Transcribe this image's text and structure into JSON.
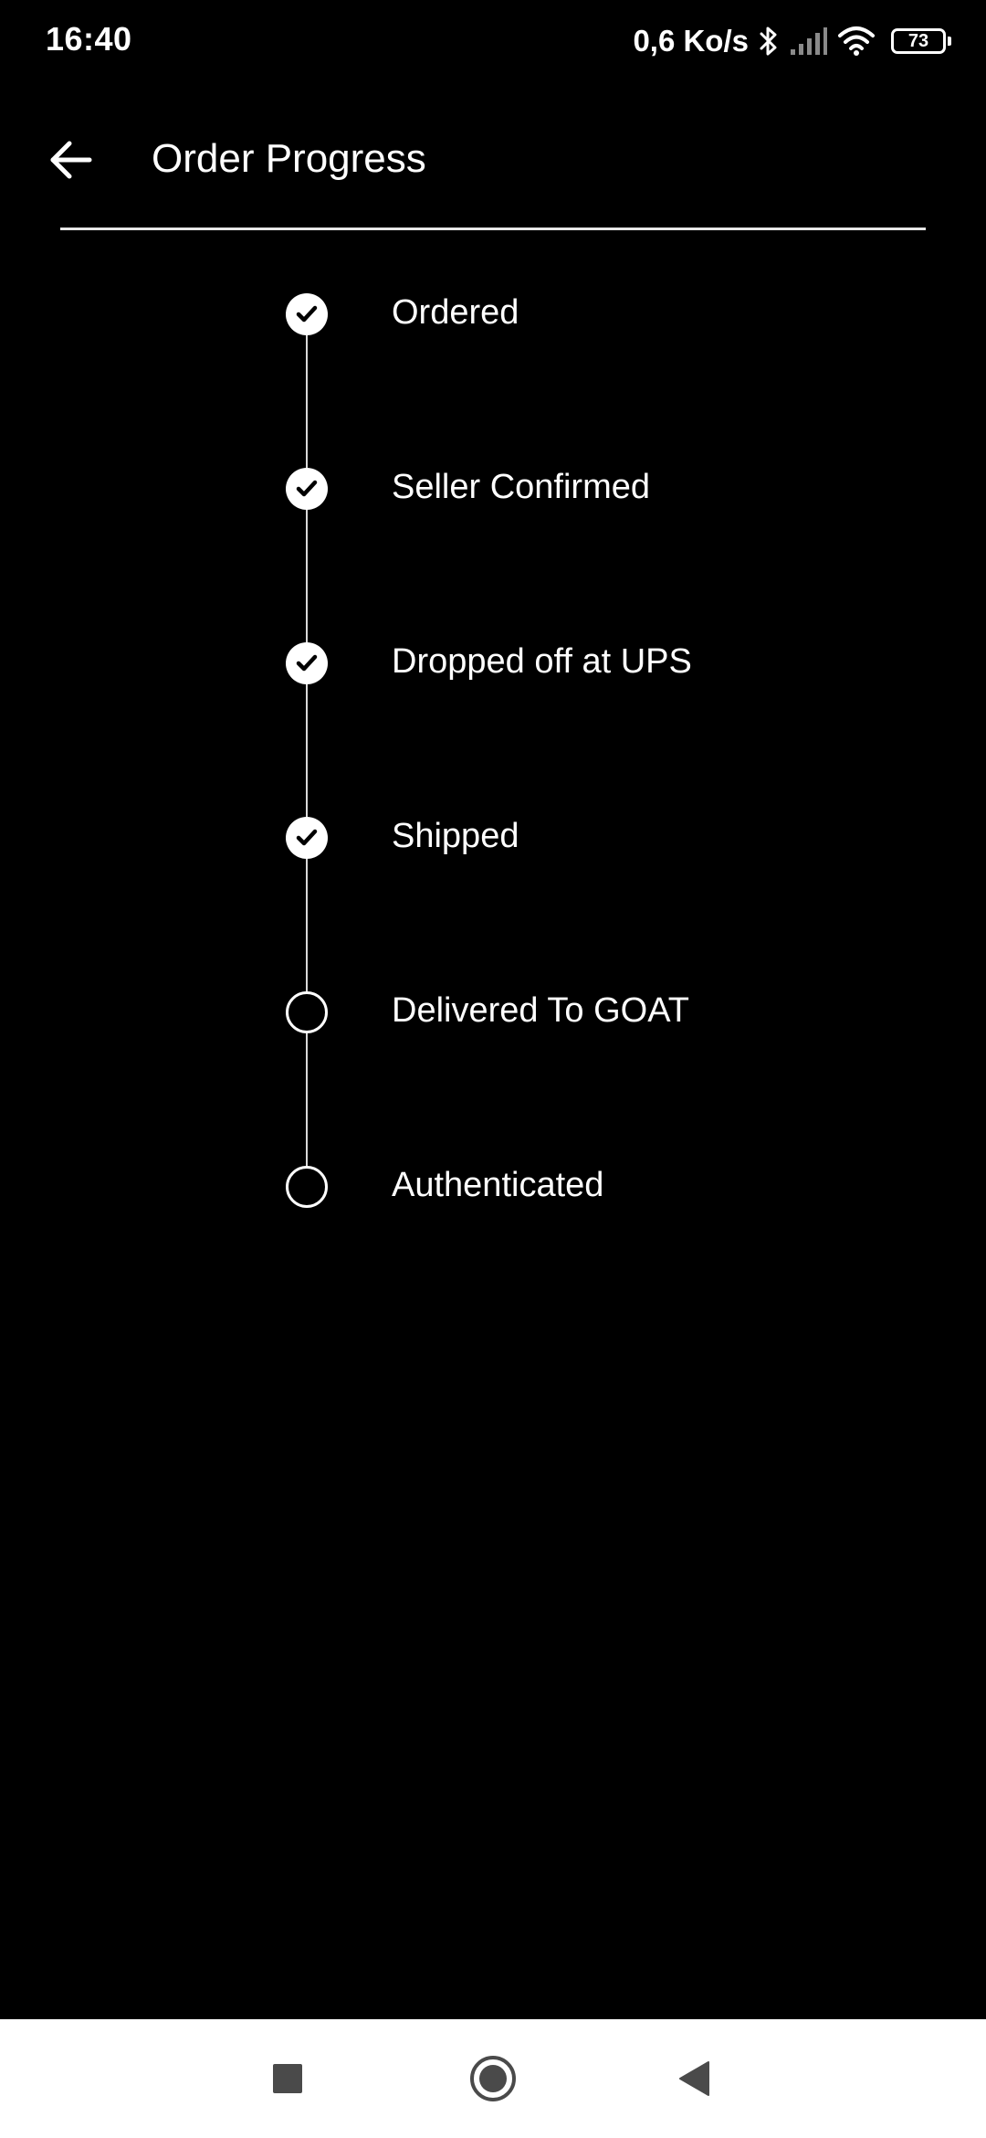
{
  "status_bar": {
    "time": "16:40",
    "network_speed": "0,6 Ko/s",
    "battery_level": "73",
    "icons": [
      "bluetooth-icon",
      "signal-icon",
      "wifi-icon",
      "battery-icon"
    ]
  },
  "header": {
    "back_icon": "arrow-left-icon",
    "title": "Order Progress"
  },
  "steps": [
    {
      "label": "Ordered",
      "completed": true
    },
    {
      "label": "Seller Confirmed",
      "completed": true
    },
    {
      "label": "Dropped off at UPS",
      "completed": true
    },
    {
      "label": "Shipped",
      "completed": true
    },
    {
      "label": "Delivered To GOAT",
      "completed": false
    },
    {
      "label": "Authenticated",
      "completed": false
    }
  ],
  "nav_bar": {
    "icons": [
      "recents-square-icon",
      "home-circle-icon",
      "back-triangle-icon"
    ]
  },
  "colors": {
    "background": "#000000",
    "foreground": "#ffffff",
    "nav_background": "#ffffff",
    "nav_icons": "#4a4a4a"
  }
}
